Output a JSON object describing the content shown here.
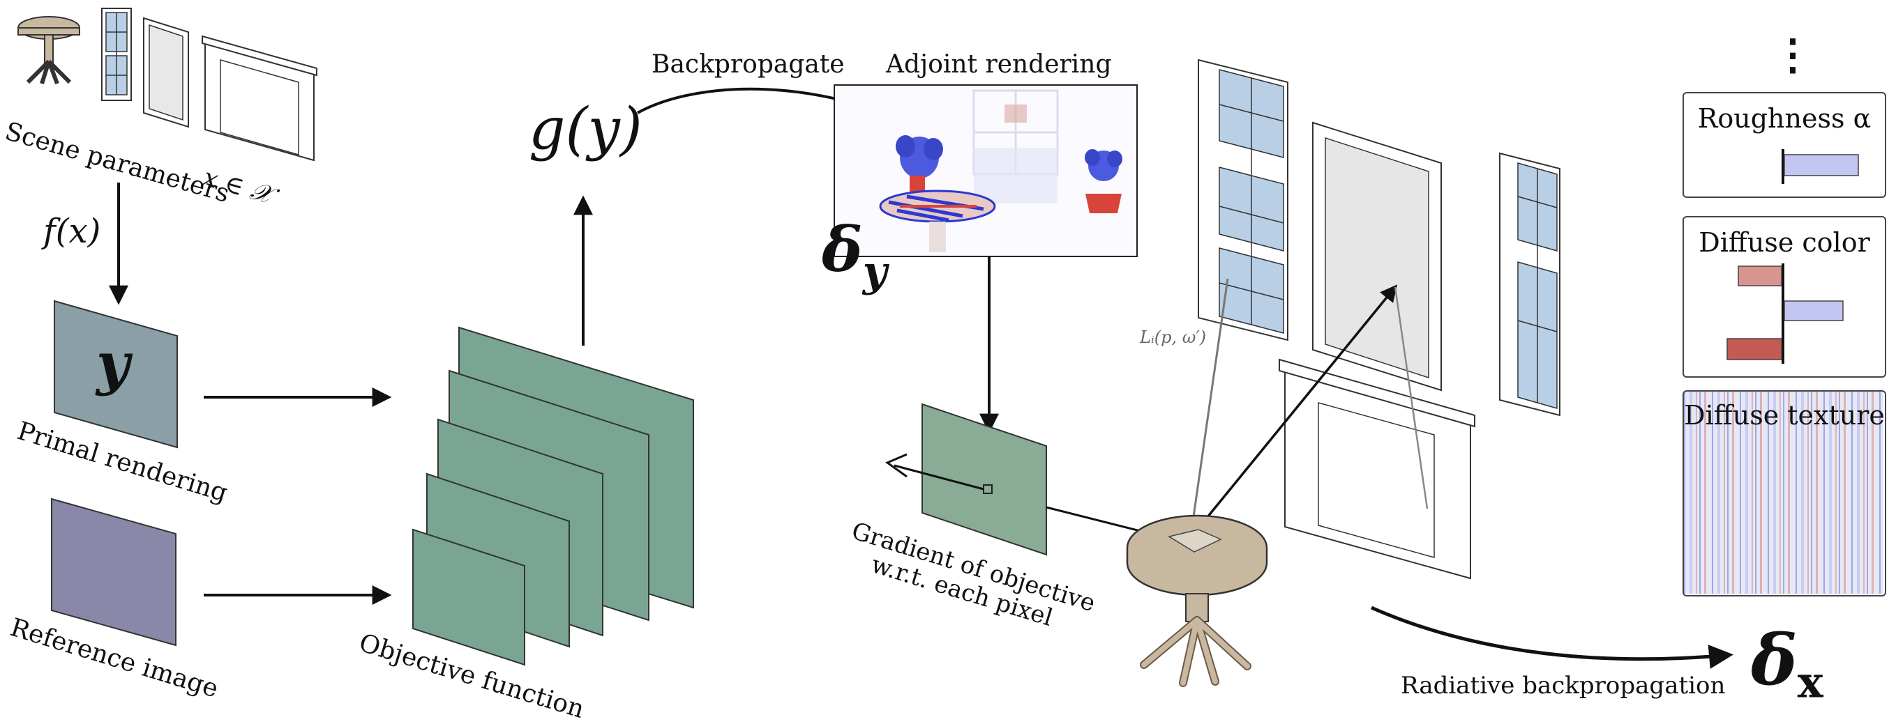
{
  "labels": {
    "scene_parameters": "Scene parameters",
    "scene_math": "x ∈ 𝒳",
    "f_of_x": "f(x)",
    "y_symbol": "y",
    "primal_rendering": "Primal rendering",
    "reference_image": "Reference image",
    "objective_function": "Objective function",
    "g_of_y": "g(y)",
    "backpropagate": "Backpropagate",
    "adjoint_rendering": "Adjoint rendering",
    "delta_y": "δ",
    "delta_y_sub": "y",
    "gradient_line1": "Gradient of objective",
    "gradient_line2": "w.r.t. each pixel",
    "radiance": "Lᵢ(p, ω′)",
    "radiative_backprop": "Radiative backpropagation",
    "delta_x": "δ",
    "delta_x_sub": "x",
    "ellipsis": "⋮"
  },
  "panels": {
    "roughness": "Roughness α",
    "diffuse_color": "Diffuse color",
    "diffuse_texture": "Diffuse texture"
  },
  "colors": {
    "primal": "#8a9fa6",
    "reference": "#8a88a8",
    "objective": "#7aa593",
    "gradient": "#8aab96",
    "table": "#c8b8a0",
    "window_glass": "#b8cfe6",
    "bar_blue": "#c4c6f2",
    "bar_red_light": "#d8948f",
    "bar_red": "#c45a55"
  }
}
